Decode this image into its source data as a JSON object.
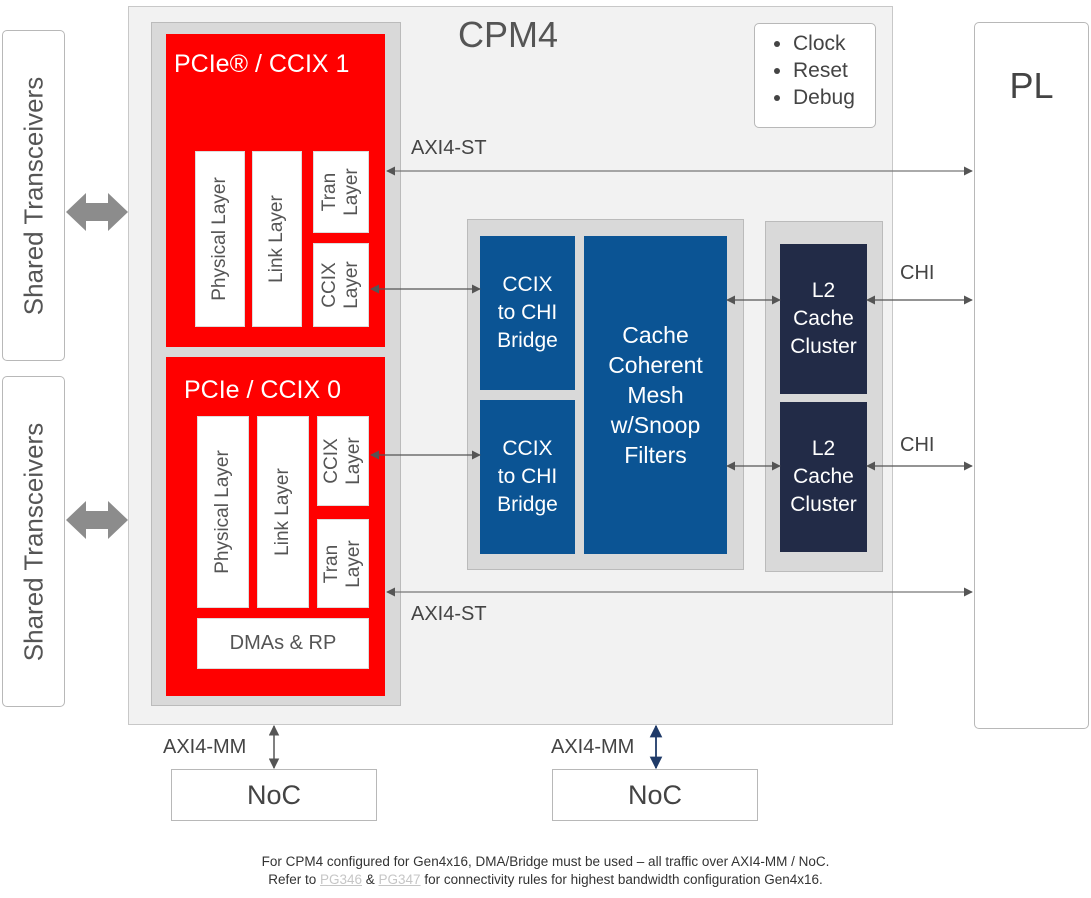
{
  "left": {
    "transceiver_top": "Shared Transceivers",
    "transceiver_bottom": "Shared Transceivers"
  },
  "cpm": {
    "title": "CPM4",
    "misc_items": [
      "Clock",
      "Reset",
      "Debug"
    ]
  },
  "pcie1": {
    "title": "PCIe® / CCIX 1",
    "physical": "Physical Layer",
    "link": "Link Layer",
    "tran": [
      "Tran",
      "Layer"
    ],
    "ccix": [
      "CCIX",
      "Layer"
    ]
  },
  "pcie0": {
    "title": "PCIe / CCIX 0",
    "physical": "Physical Layer",
    "link": "Link Layer",
    "ccix": [
      "CCIX",
      "Layer"
    ],
    "tran": [
      "Tran",
      "Layer"
    ],
    "dmas": "DMAs & RP"
  },
  "bridges": {
    "top": [
      "CCIX",
      "to CHI",
      "Bridge"
    ],
    "bottom": [
      "CCIX",
      "to CHI",
      "Bridge"
    ]
  },
  "mesh": [
    "Cache",
    "Coherent",
    "Mesh",
    "w/Snoop",
    "Filters"
  ],
  "l2": {
    "top": [
      "L2",
      "Cache",
      "Cluster"
    ],
    "bottom": [
      "L2",
      "Cache",
      "Cluster"
    ]
  },
  "pl": {
    "title": "PL"
  },
  "interfaces": {
    "axi4_st_top": "AXI4-ST",
    "axi4_st_bottom": "AXI4-ST",
    "chi_top": "CHI",
    "chi_bottom": "CHI",
    "axi4_mm_left": "AXI4-MM",
    "axi4_mm_right": "AXI4-MM"
  },
  "noc": {
    "left": "NoC",
    "right": "NoC"
  },
  "footnote": {
    "line1": "For CPM4 configured for Gen4x16,  DMA/Bridge must be used – all traffic over AXI4-MM  / NoC.",
    "line2_prefix": "Refer to ",
    "link1": "PG346",
    "line2_mid": " & ",
    "link2": "PG347",
    "line2_suffix": " for connectivity rules for highest bandwidth configuration Gen4x16."
  },
  "colors": {
    "red": "#ff0000",
    "blue": "#0b5494",
    "navy": "#222b47",
    "arrow": "#555555",
    "axi_mm_right_arrow": "#1f3a68"
  }
}
